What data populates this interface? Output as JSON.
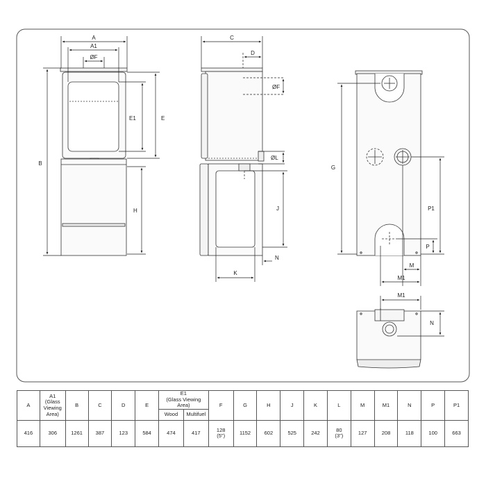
{
  "labels": {
    "A": "A",
    "A1": "A1",
    "F": "ØF",
    "B": "B",
    "E": "E",
    "E1": "E1",
    "H": "H",
    "C": "C",
    "D": "D",
    "L": "ØL",
    "J": "J",
    "K": "K",
    "N": "N",
    "G": "G",
    "P1": "P1",
    "P": "P",
    "M": "M",
    "M1": "M1"
  },
  "table": {
    "headers": {
      "A": "A",
      "A1": "A1\n(Glass\nViewing\nArea)",
      "B": "B",
      "C": "C",
      "D": "D",
      "E": "E",
      "E1": "E1\n(Glass Viewing\nArea)",
      "E1_wood": "Wood",
      "E1_multifuel": "Multifuel",
      "F": "F",
      "G": "G",
      "H": "H",
      "J": "J",
      "K": "K",
      "L": "L",
      "M": "M",
      "M1": "M1",
      "N": "N",
      "P": "P",
      "P1": "P1"
    },
    "values": {
      "A": "416",
      "A1": "306",
      "B": "1261",
      "C": "387",
      "D": "123",
      "E": "584",
      "E1_wood": "474",
      "E1_multifuel": "417",
      "F": "128\n(5\")",
      "G": "1152",
      "H": "602",
      "J": "525",
      "K": "242",
      "L": "80\n(3\")",
      "M": "127",
      "M1": "208",
      "N": "118",
      "P": "100",
      "P1": "663"
    }
  }
}
